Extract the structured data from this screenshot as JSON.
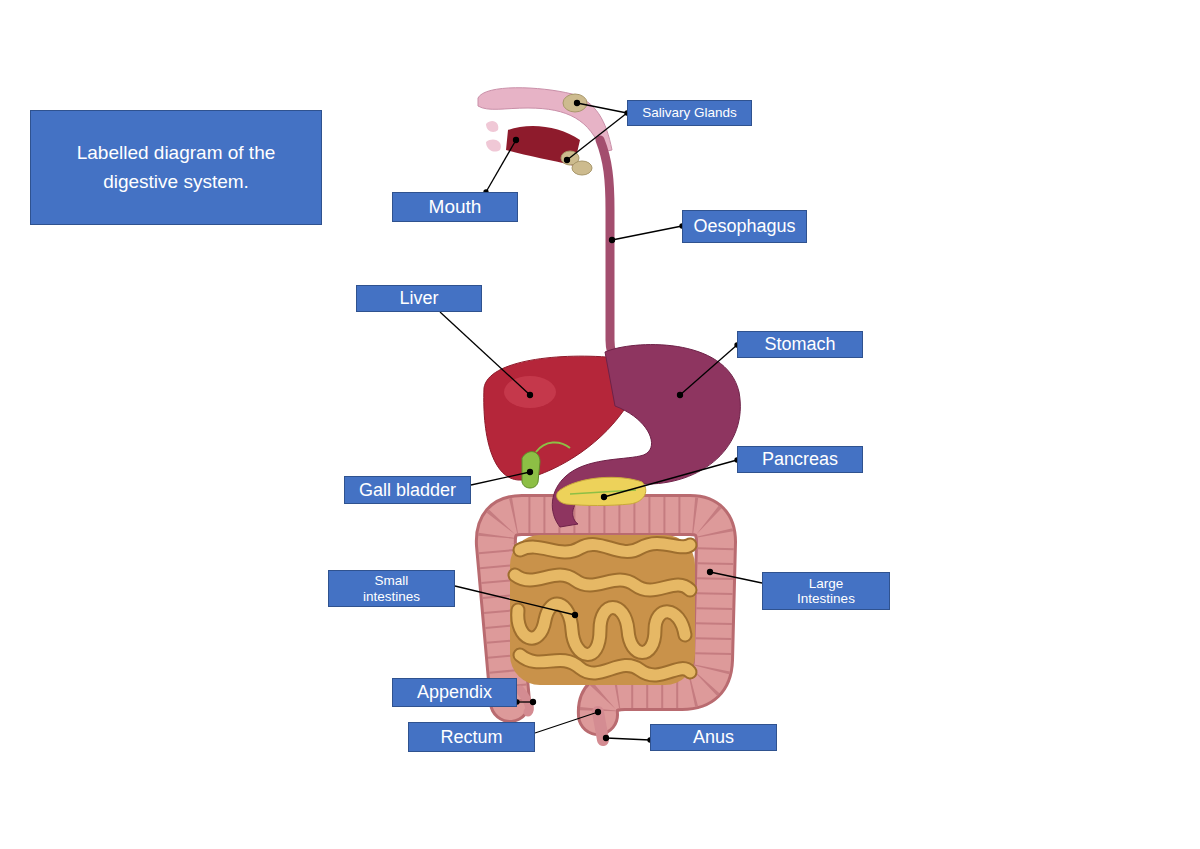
{
  "diagram": {
    "title": "Labelled diagram of the digestive system.",
    "nodes": [
      {
        "text": [
          "Salivary Glands"
        ]
      },
      {
        "text": [
          "Mouth"
        ]
      },
      {
        "text": [
          "Oesophagus"
        ]
      },
      {
        "text": [
          "Liver"
        ]
      },
      {
        "text": [
          "Stomach"
        ]
      },
      {
        "text": [
          "Pancreas"
        ]
      },
      {
        "text": [
          "Gall bladder"
        ]
      },
      {
        "text": [
          "Small intestines"
        ]
      },
      {
        "text": [
          "Large Intestines"
        ]
      },
      {
        "text": [
          "Appendix"
        ]
      },
      {
        "text": [
          "Rectum"
        ]
      },
      {
        "text": [
          "Anus"
        ]
      }
    ]
  }
}
